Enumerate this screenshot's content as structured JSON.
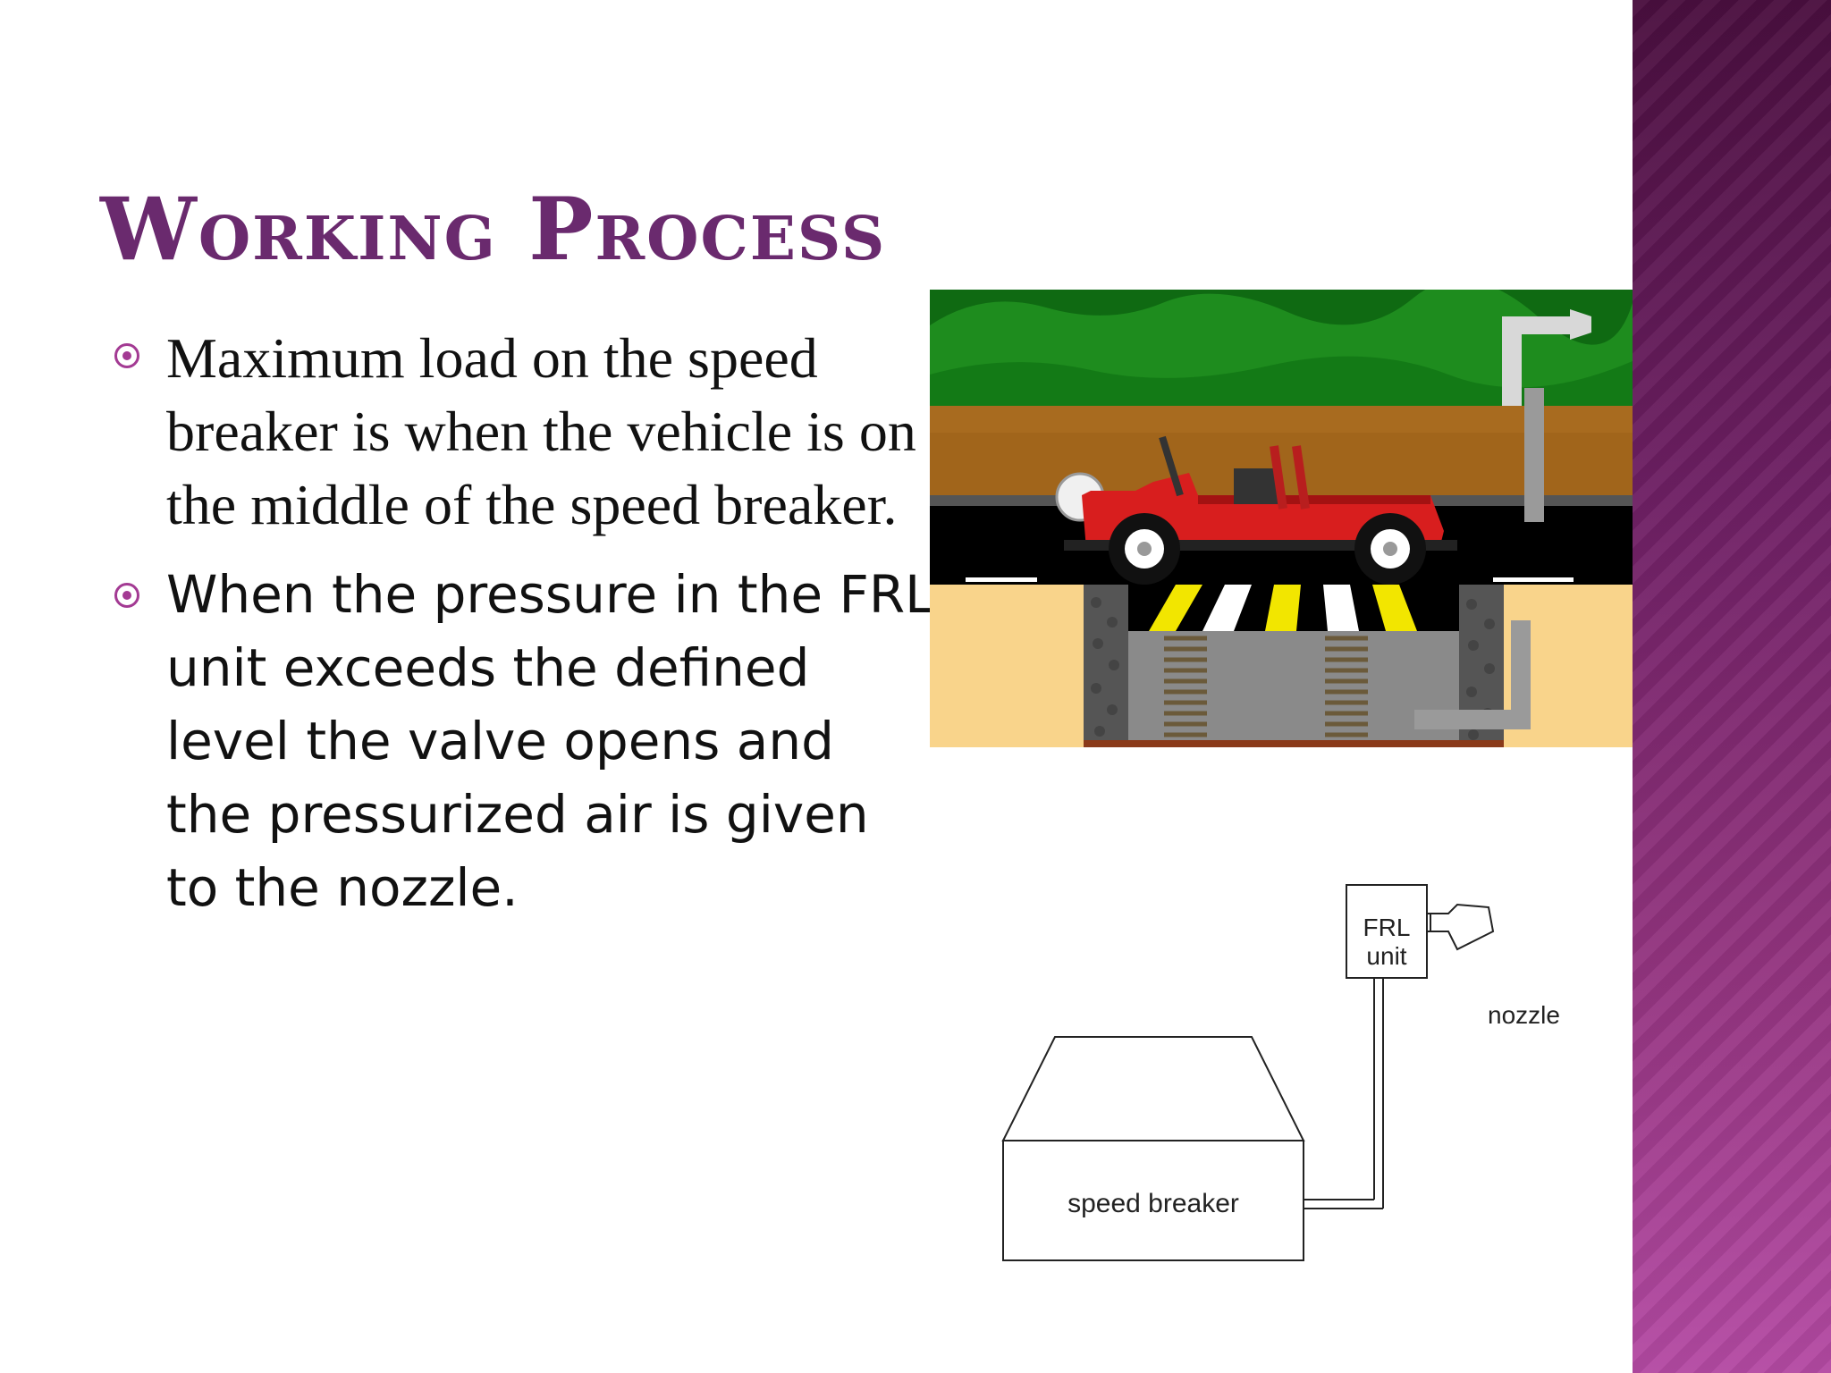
{
  "slide": {
    "title": "Working Process",
    "bullets": [
      "Maximum load on the speed breaker is when the vehicle is on the middle of the speed breaker.",
      "When the pressure in the FRL unit exceeds the defined level the valve opens and the pressurized air is given to the nozzle."
    ]
  },
  "diagram": {
    "frl_label": "FRL unit",
    "nozzle_label": "nozzle",
    "breaker_label": "speed breaker"
  },
  "colors": {
    "title": "#6a2a6e",
    "bullet": "#a33a93",
    "side_band": "#7a2470"
  }
}
